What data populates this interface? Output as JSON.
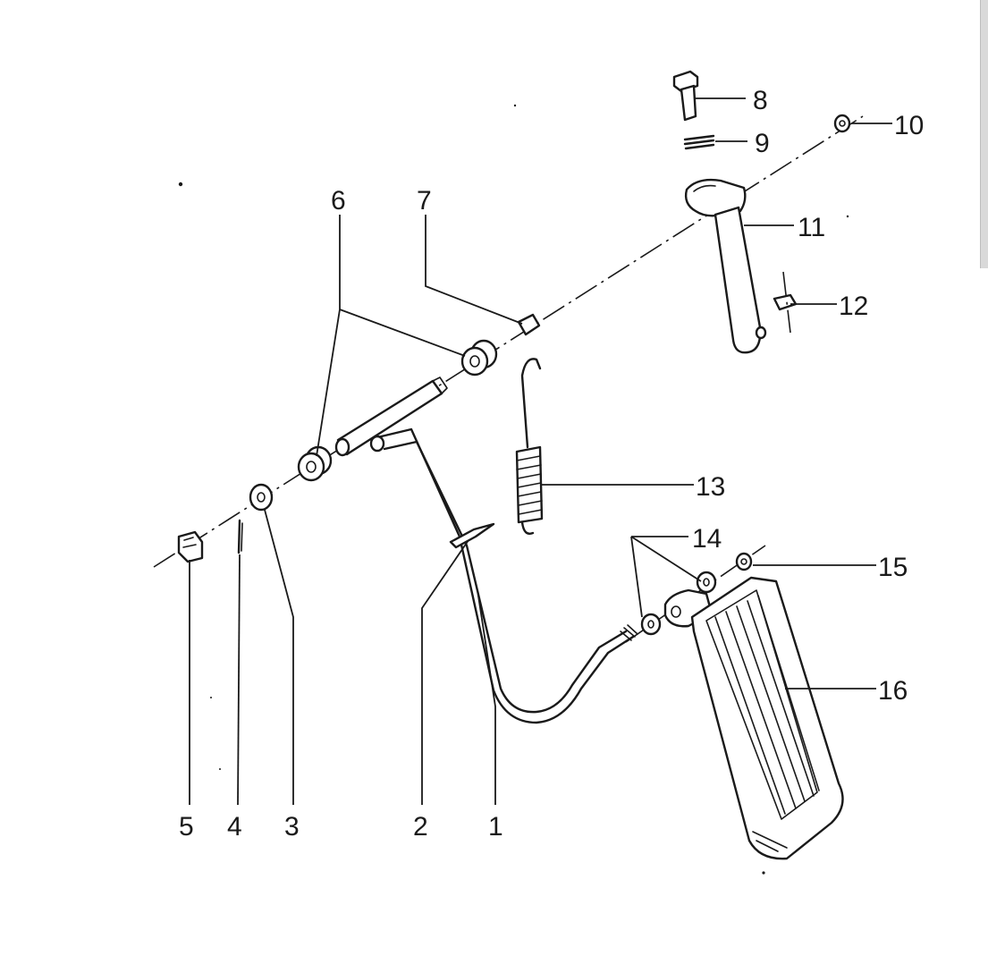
{
  "diagram": {
    "labels": [
      {
        "id": "1",
        "text": "1"
      },
      {
        "id": "2",
        "text": "2"
      },
      {
        "id": "3",
        "text": "3"
      },
      {
        "id": "4",
        "text": "4"
      },
      {
        "id": "5",
        "text": "5"
      },
      {
        "id": "6",
        "text": "6"
      },
      {
        "id": "7",
        "text": "7"
      },
      {
        "id": "8",
        "text": "8"
      },
      {
        "id": "9",
        "text": "9"
      },
      {
        "id": "10",
        "text": "10"
      },
      {
        "id": "11",
        "text": "11"
      },
      {
        "id": "12",
        "text": "12"
      },
      {
        "id": "13",
        "text": "13"
      },
      {
        "id": "14",
        "text": "14"
      },
      {
        "id": "15",
        "text": "15"
      },
      {
        "id": "16",
        "text": "16"
      }
    ]
  }
}
